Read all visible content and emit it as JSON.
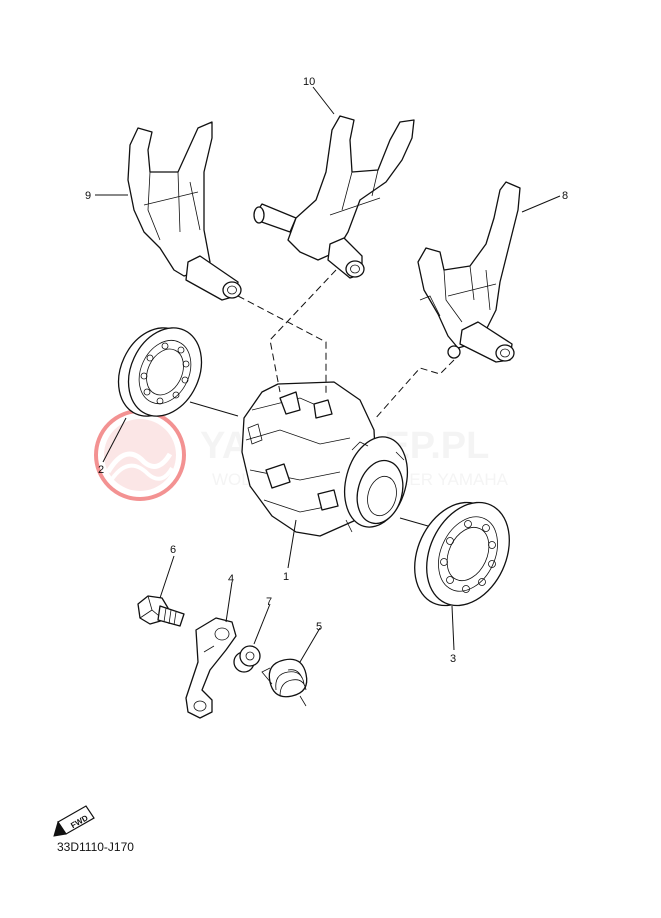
{
  "diagram_code": "33D1110-J170",
  "fwd_label": "FWD",
  "watermark": {
    "title": "YAMASKLEP.PL",
    "subtitle": "WOLNIECHOWSKI DEALER YAMAHA",
    "color": "#ea3a3a"
  },
  "callouts": {
    "p1": "1",
    "p2": "2",
    "p3": "3",
    "p4": "4",
    "p5": "5",
    "p6": "6",
    "p7": "7",
    "p8": "8",
    "p9": "9",
    "p10": "10"
  }
}
